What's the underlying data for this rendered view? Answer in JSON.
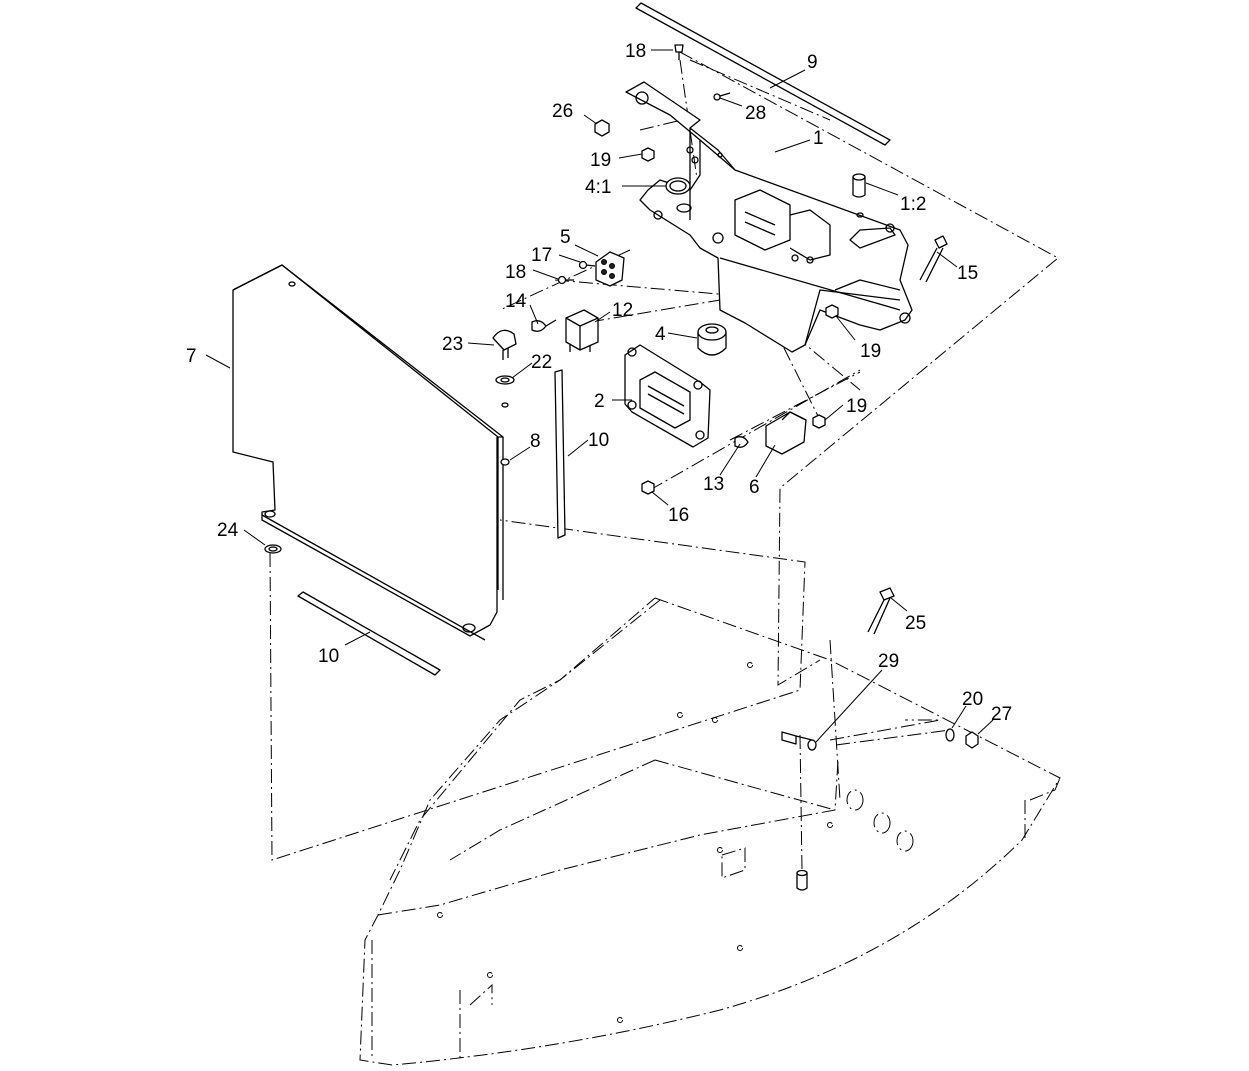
{
  "callouts": [
    {
      "id": "c18a",
      "text": "18"
    },
    {
      "id": "c9",
      "text": "9"
    },
    {
      "id": "c26",
      "text": "26"
    },
    {
      "id": "c28",
      "text": "28"
    },
    {
      "id": "c1",
      "text": "1"
    },
    {
      "id": "c19a",
      "text": "19"
    },
    {
      "id": "c41",
      "text": "4:1"
    },
    {
      "id": "c12a",
      "text": "1:2"
    },
    {
      "id": "c5",
      "text": "5"
    },
    {
      "id": "c17",
      "text": "17"
    },
    {
      "id": "c18b",
      "text": "18"
    },
    {
      "id": "c15",
      "text": "15"
    },
    {
      "id": "c14",
      "text": "14"
    },
    {
      "id": "c12",
      "text": "12"
    },
    {
      "id": "c7",
      "text": "7"
    },
    {
      "id": "c23",
      "text": "23"
    },
    {
      "id": "c4",
      "text": "4"
    },
    {
      "id": "c19b",
      "text": "19"
    },
    {
      "id": "c22",
      "text": "22"
    },
    {
      "id": "c2",
      "text": "2"
    },
    {
      "id": "c19c",
      "text": "19"
    },
    {
      "id": "c8",
      "text": "8"
    },
    {
      "id": "c10a",
      "text": "10"
    },
    {
      "id": "c13",
      "text": "13"
    },
    {
      "id": "c6",
      "text": "6"
    },
    {
      "id": "c16",
      "text": "16"
    },
    {
      "id": "c24",
      "text": "24"
    },
    {
      "id": "c25",
      "text": "25"
    },
    {
      "id": "c10b",
      "text": "10"
    },
    {
      "id": "c29",
      "text": "29"
    },
    {
      "id": "c20",
      "text": "20"
    },
    {
      "id": "c27",
      "text": "27"
    }
  ]
}
